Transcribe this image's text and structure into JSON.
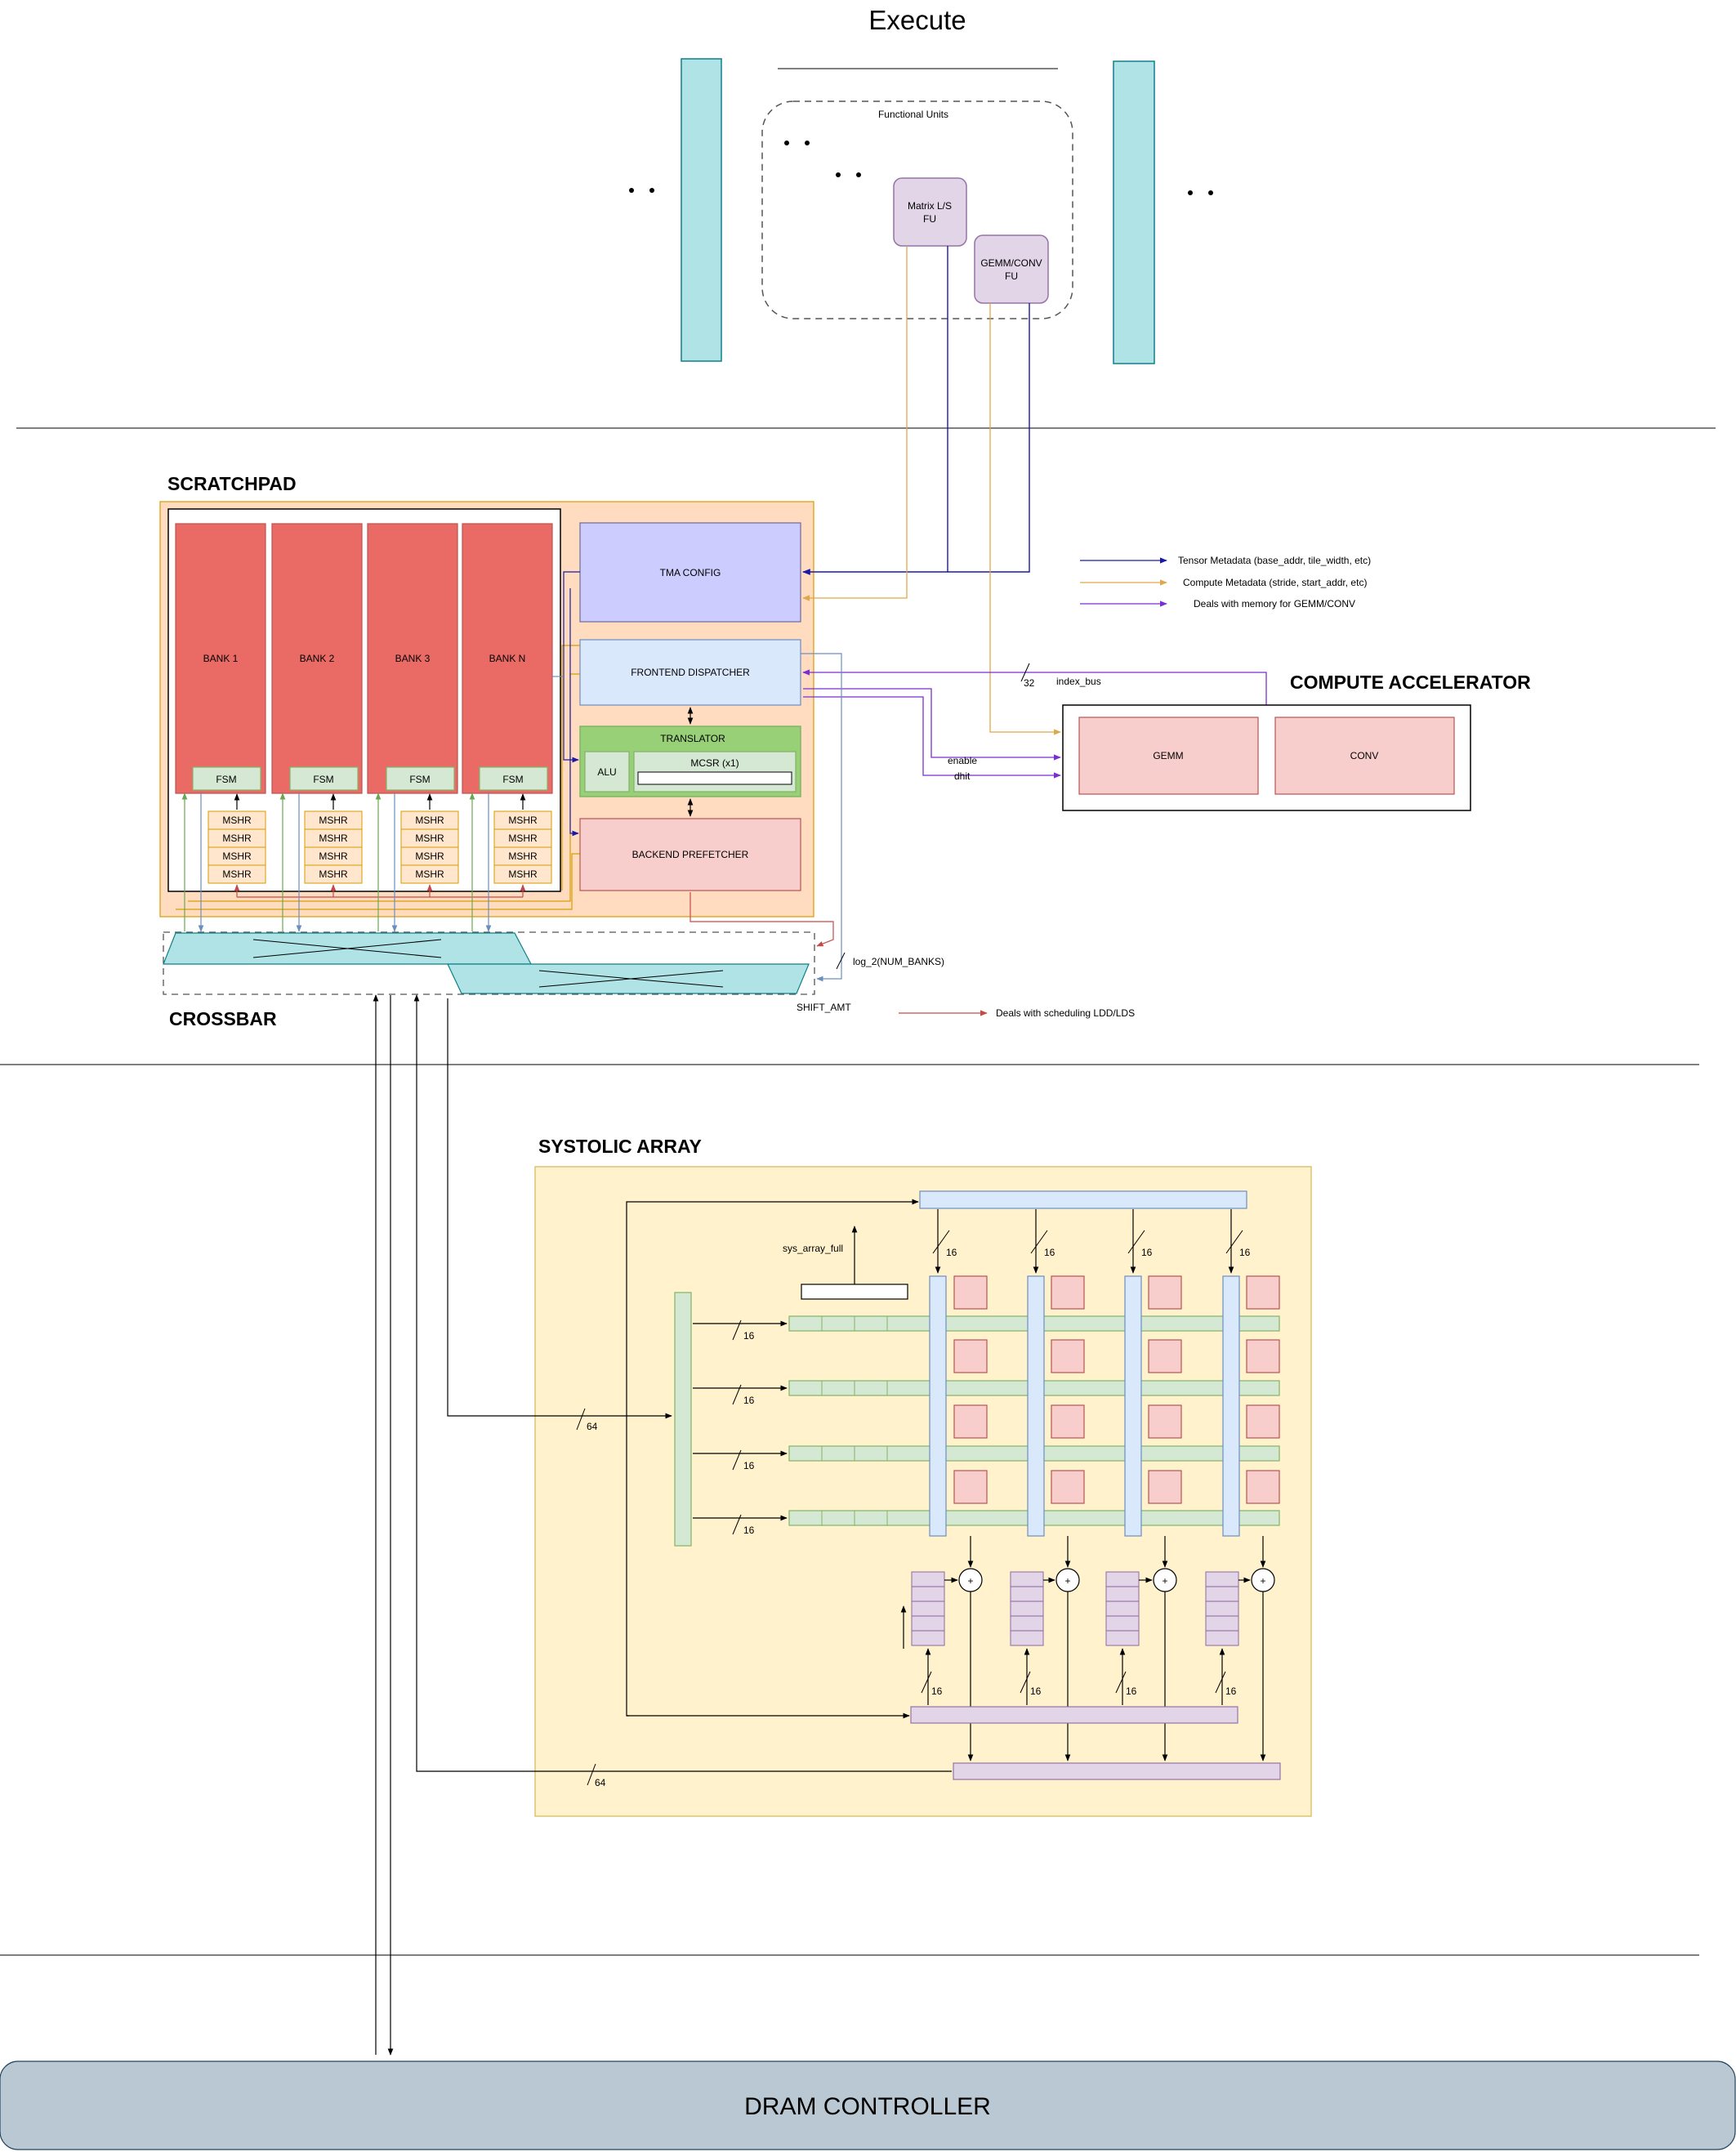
{
  "execute": {
    "title": "Execute",
    "functional_units_label": "Functional Units",
    "matrix_fu_line1": "Matrix L/S",
    "matrix_fu_line2": "FU",
    "gemm_fu_line1": "GEMM/CONV",
    "gemm_fu_line2": "FU"
  },
  "scratchpad": {
    "title": "SCRATCHPAD",
    "banks": [
      "BANK 1",
      "BANK 2",
      "BANK 3",
      "BANK N"
    ],
    "fsm_label": "FSM",
    "mshr_label": "MSHR",
    "tma_config": "TMA CONFIG",
    "frontend_dispatcher": "FRONTEND DISPATCHER",
    "translator": "TRANSLATOR",
    "alu": "ALU",
    "mcsr": "MCSR (x1)",
    "backend_prefetcher": "BACKEND PREFETCHER"
  },
  "legend": {
    "items": [
      {
        "label": "Tensor Metadata (base_addr, tile_width, etc)",
        "color": "#1a1aa6"
      },
      {
        "label": "Compute Metadata (stride, start_addr, etc)",
        "color": "#e0a64a"
      },
      {
        "label": "Deals with memory for GEMM/CONV",
        "color": "#7a2fd0"
      }
    ],
    "scheduling": {
      "label": "Deals with scheduling LDD/LDS",
      "color": "#c44a4a"
    }
  },
  "compute_accelerator": {
    "title": "COMPUTE ACCELERATOR",
    "gemm": "GEMM",
    "conv": "CONV",
    "bus_width": "32",
    "index_bus": "index_bus",
    "enable": "enable",
    "dhit": "dhit"
  },
  "crossbar": {
    "title": "CROSSBAR",
    "shift_amt": "SHIFT_AMT",
    "log_banks": "log_2(NUM_BANKS)"
  },
  "systolic": {
    "title": "SYSTOLIC ARRAY",
    "sys_array_full": "sys_array_full",
    "width_16": "16",
    "width_64": "64",
    "adder": "+"
  },
  "dram": {
    "label": "DRAM CONTROLLER"
  },
  "colors": {
    "bank": "#ea6b66",
    "fsm": "#d5e8d4",
    "mshr": "#ffe6cc",
    "scratchpad_bg": "#ffdcc0",
    "tma": "#ccccff",
    "frontend": "#dae8fc",
    "translator": "#97d077",
    "backend": "#f8cecc",
    "crossbar": "#b0e3e6",
    "systolic_bg": "#fff2cc",
    "fu": "#e1d5e7",
    "dram": "#bac8d3"
  }
}
